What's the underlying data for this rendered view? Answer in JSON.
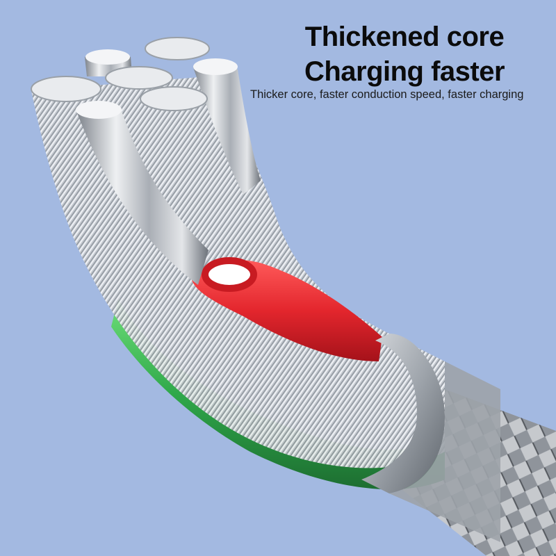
{
  "headline": {
    "line1": "Thickened core",
    "line2": "Charging faster"
  },
  "subtitle": "Thicker core, faster conduction speed, faster charging",
  "colors": {
    "background": "#a3b9e1",
    "red_wire": "#e3262d",
    "green_wire": "#2fa84a",
    "metal": "#c9ccd1",
    "text": "#0b0b0b"
  },
  "illustration": {
    "subject": "cable-cross-section",
    "parts": [
      "stranded-copper-bundles",
      "solid-copper-cores",
      "red-wire",
      "green-wire",
      "metal-sleeve",
      "braided-jacket"
    ]
  }
}
